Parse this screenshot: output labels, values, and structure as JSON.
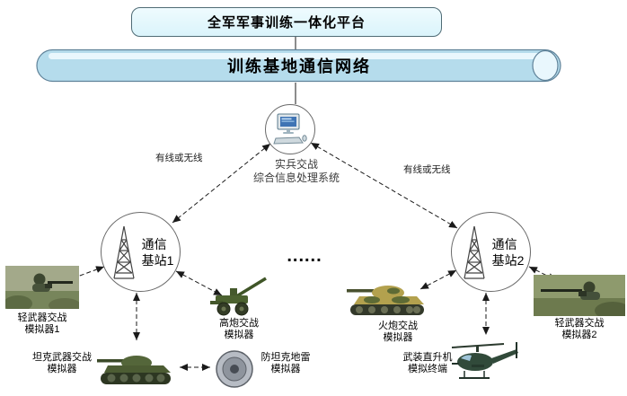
{
  "colors": {
    "box_fill": "#daf4fb",
    "box_highlight": "#effbfe",
    "box_border": "#4f6b75",
    "cylinder_fill": "#b5dcec",
    "cylinder_highlight": "#e9f7fd",
    "cylinder_border": "#5f8299",
    "line_color": "#1a1a1a",
    "text_color": "#000000"
  },
  "platform": {
    "title": "全军军事训练一体化平台"
  },
  "network": {
    "title": "训练基地通信网络"
  },
  "processor": {
    "line1": "实兵交战",
    "line2": "综合信息处理系统"
  },
  "links": {
    "left": "有线或无线",
    "right": "有线或无线"
  },
  "stations": {
    "s1": {
      "line1": "通信",
      "line2": "基站1"
    },
    "s2": {
      "line1": "通信",
      "line2": "基站2"
    }
  },
  "ellipsis": "......",
  "sims": {
    "light1": {
      "line1": "轻武器交战",
      "line2": "模拟器1"
    },
    "aa": {
      "line1": "高炮交战",
      "line2": "模拟器"
    },
    "tank": {
      "line1": "坦克武器交战",
      "line2": "模拟器"
    },
    "mine": {
      "line1": "防坦克地雷",
      "line2": "模拟器"
    },
    "artillery": {
      "line1": "火炮交战",
      "line2": "模拟器"
    },
    "heli": {
      "line1": "武装直升机",
      "line2": "模拟终端"
    },
    "light2": {
      "line1": "轻武器交战",
      "line2": "模拟器2"
    }
  }
}
